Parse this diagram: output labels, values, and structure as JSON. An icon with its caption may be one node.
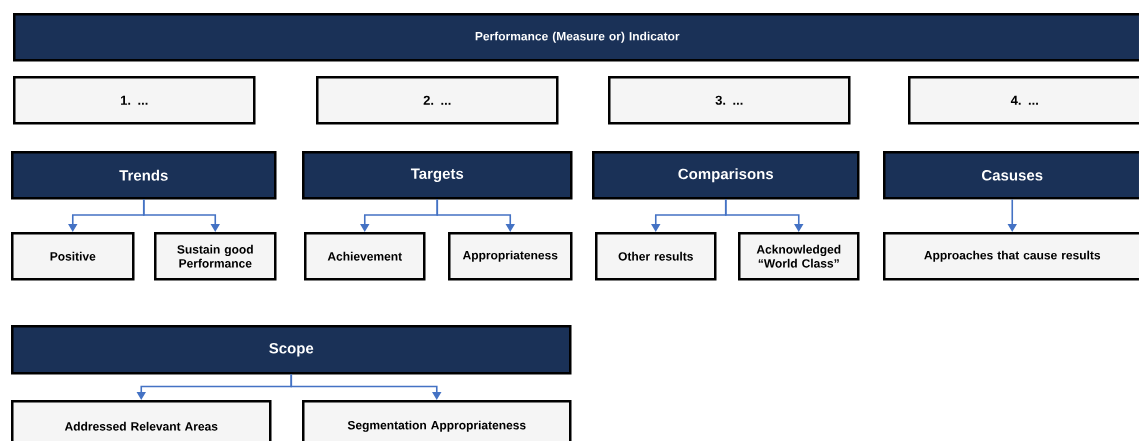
{
  "diagram": {
    "nodes": [
      {
        "text": [
          "Performance (Measure or) Indicator"
        ]
      },
      {
        "text": [
          "1. ..."
        ]
      },
      {
        "text": [
          "2. ..."
        ]
      },
      {
        "text": [
          "3. ..."
        ]
      },
      {
        "text": [
          "4. ..."
        ]
      },
      {
        "text": [
          "Trends"
        ]
      },
      {
        "text": [
          "Targets"
        ]
      },
      {
        "text": [
          "Comparisons"
        ]
      },
      {
        "text": [
          "Casuses"
        ]
      },
      {
        "text": [
          "Positive"
        ]
      },
      {
        "text": [
          "Sustain good Performance"
        ]
      },
      {
        "text": [
          "Achievement"
        ]
      },
      {
        "text": [
          "Appropriateness"
        ]
      },
      {
        "text": [
          "Other results"
        ]
      },
      {
        "text": [
          "Acknowledged “World Class”"
        ]
      },
      {
        "text": [
          "Approaches that cause results"
        ]
      },
      {
        "text": [
          "Scope"
        ]
      },
      {
        "text": [
          "Addressed Relevant Areas"
        ]
      },
      {
        "text": [
          "Segmentation Appropriateness"
        ]
      }
    ],
    "edges": [
      {
        "from": 5,
        "to": 9,
        "arrow": "to"
      },
      {
        "from": 5,
        "to": 10,
        "arrow": "to"
      },
      {
        "from": 6,
        "to": 11,
        "arrow": "to"
      },
      {
        "from": 6,
        "to": 12,
        "arrow": "to"
      },
      {
        "from": 7,
        "to": 13,
        "arrow": "to"
      },
      {
        "from": 7,
        "to": 14,
        "arrow": "to"
      },
      {
        "from": 8,
        "to": 15,
        "arrow": "to"
      },
      {
        "from": 16,
        "to": 17,
        "arrow": "to"
      },
      {
        "from": 16,
        "to": 18,
        "arrow": "to"
      }
    ]
  }
}
